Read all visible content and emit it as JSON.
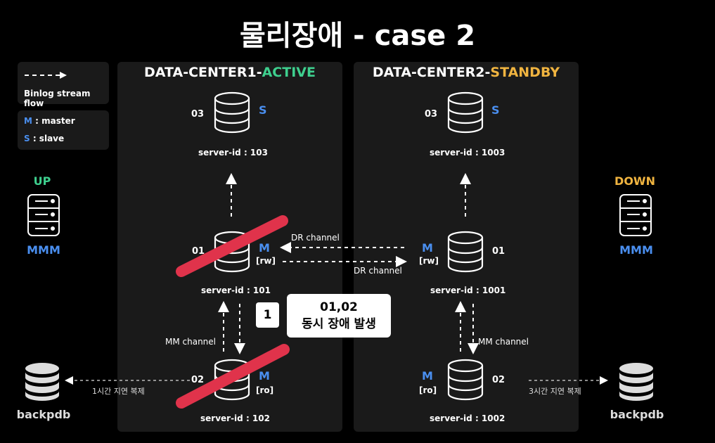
{
  "title": "물리장애 - case 2",
  "legend": {
    "flow_label": "Binlog stream flow",
    "master_key": "M",
    "master_text": " : master",
    "slave_key": "S",
    "slave_text": " : slave"
  },
  "dc1": {
    "title_prefix": "DATA-CENTER1-",
    "title_state": "ACTIVE",
    "servers": {
      "s03": {
        "num": "03",
        "role": "S",
        "id": "server-id : 103"
      },
      "s01": {
        "num": "01",
        "role": "M",
        "mode": "[rw]",
        "id": "server-id : 101"
      },
      "s02": {
        "num": "02",
        "role": "M",
        "mode": "[ro]",
        "id": "server-id : 102"
      }
    },
    "mm_channel": "MM channel"
  },
  "dc2": {
    "title_prefix": "DATA-CENTER2-",
    "title_state": "STANDBY",
    "servers": {
      "s03": {
        "num": "03",
        "role": "S",
        "id": "server-id : 1003"
      },
      "s01": {
        "num": "01",
        "role": "M",
        "mode": "[rw]",
        "id": "server-id : 1001"
      },
      "s02": {
        "num": "02",
        "role": "M",
        "mode": "[ro]",
        "id": "server-id : 1002"
      }
    },
    "mm_channel": "MM channel"
  },
  "dr_channel_top": "DR channel",
  "dr_channel_bottom": "DR channel",
  "left_mmm": {
    "status": "UP",
    "label": "MMM"
  },
  "right_mmm": {
    "status": "DOWN",
    "label": "MMM"
  },
  "left_backup": {
    "label": "backpdb",
    "delay": "1시간 지연 복제"
  },
  "right_backup": {
    "label": "backpdb",
    "delay": "3시간 지연 복제"
  },
  "callout": {
    "number": "1",
    "line1": "01,02",
    "line2": "동시 장애 발생"
  },
  "colors": {
    "blue": "#4a8ff0",
    "green": "#3ecf8e",
    "orange": "#f0b440",
    "red": "#e0334b",
    "panel": "#1a1a1a"
  }
}
